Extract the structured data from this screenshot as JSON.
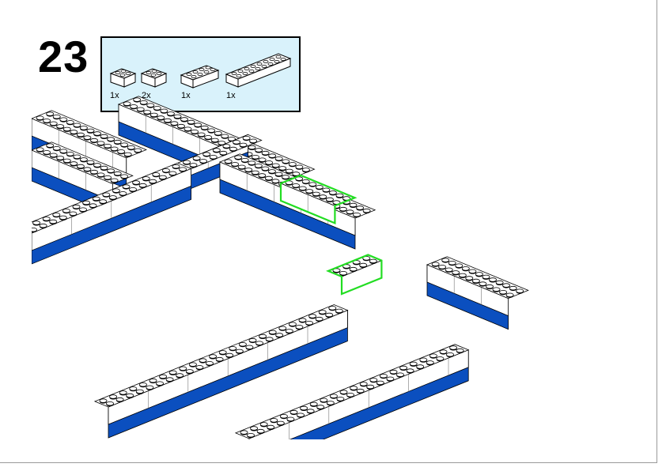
{
  "step": {
    "number": "23"
  },
  "parts_list": {
    "items": [
      {
        "name": "brick-2x2",
        "qty": "1x"
      },
      {
        "name": "brick-2x2",
        "qty": "2x"
      },
      {
        "name": "brick-2x4",
        "qty": "1x"
      },
      {
        "name": "brick-2x8",
        "qty": "1x"
      }
    ]
  },
  "colors": {
    "callout_background": "#d9f2fb",
    "base_plate_blue": "#0b4fbf",
    "brick_white": "#ffffff",
    "new_part_highlight": "#22dd22"
  }
}
